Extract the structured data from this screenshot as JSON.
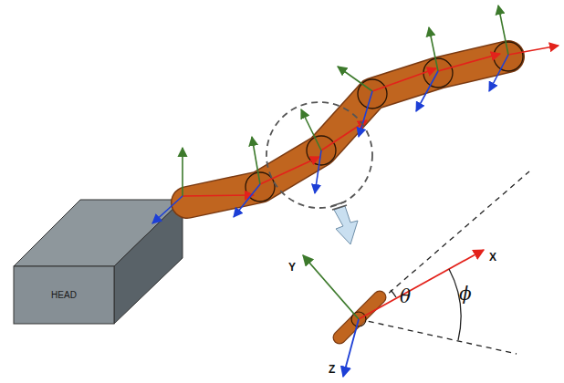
{
  "diagram": {
    "nodes": [
      {
        "text": [
          "HEAD"
        ]
      }
    ],
    "edges": [],
    "labels": [
      "Y",
      "X",
      "Z",
      "θ",
      "ϕ"
    ]
  }
}
